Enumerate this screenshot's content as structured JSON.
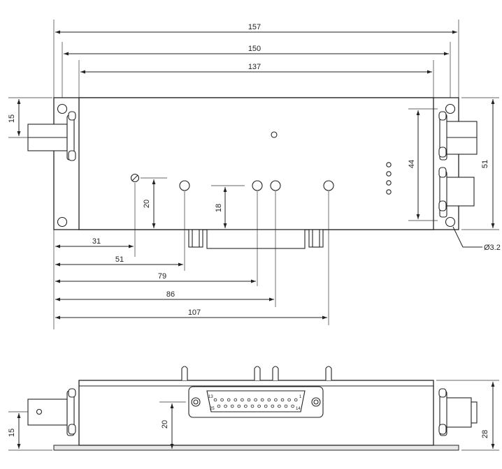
{
  "dimensions": {
    "overall_length": "157",
    "mounting_hole_pitch": "150",
    "body_length": "137",
    "connector_height_left": "15",
    "ds_pin_spacing": "44",
    "total_width": "51",
    "mounting_hole_diameter": "Ø3.2",
    "pot_height": "20",
    "led_height": "18",
    "pos_pot": "31",
    "pos_hole_1": "51",
    "pos_hole_2": "79",
    "pos_hole_3": "86",
    "pos_hole_4": "107",
    "side_connector_height": "15",
    "side_dsub_height": "20",
    "side_total_height": "28"
  },
  "dsub_pins": {
    "pin_1": "1",
    "pin_13": "13",
    "pin_14": "14",
    "pin_25": "25"
  }
}
